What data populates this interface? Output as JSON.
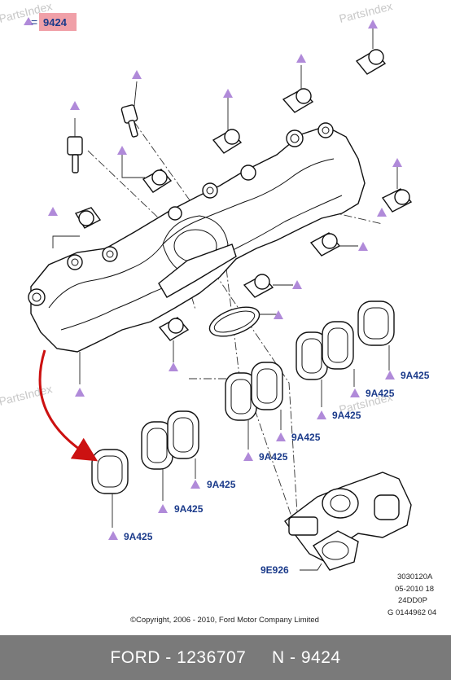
{
  "legend": {
    "equals": "=",
    "code": "9424"
  },
  "watermarks": [
    "PartsIndex",
    "PartsIndex",
    "PartsIndex"
  ],
  "labels": [
    "9A425",
    "9A425",
    "9A425",
    "9A425",
    "9A425",
    "9A425",
    "9A425",
    "9A425",
    "9E926"
  ],
  "ref_codes": [
    "3030120A",
    "05-2010 18",
    "24DD0P",
    "G 0144962 04"
  ],
  "copyright": "©Copyright, 2006 - 2010, Ford Motor Company Limited",
  "footer": {
    "text": "FORD - 1236707     N - 9424"
  },
  "colors": {
    "marker": "#b08ad9",
    "label": "#1a3a8a",
    "footer_bg": "#7a7a7a",
    "arrow": "#cc1111",
    "badge": "#f0a0a8"
  }
}
